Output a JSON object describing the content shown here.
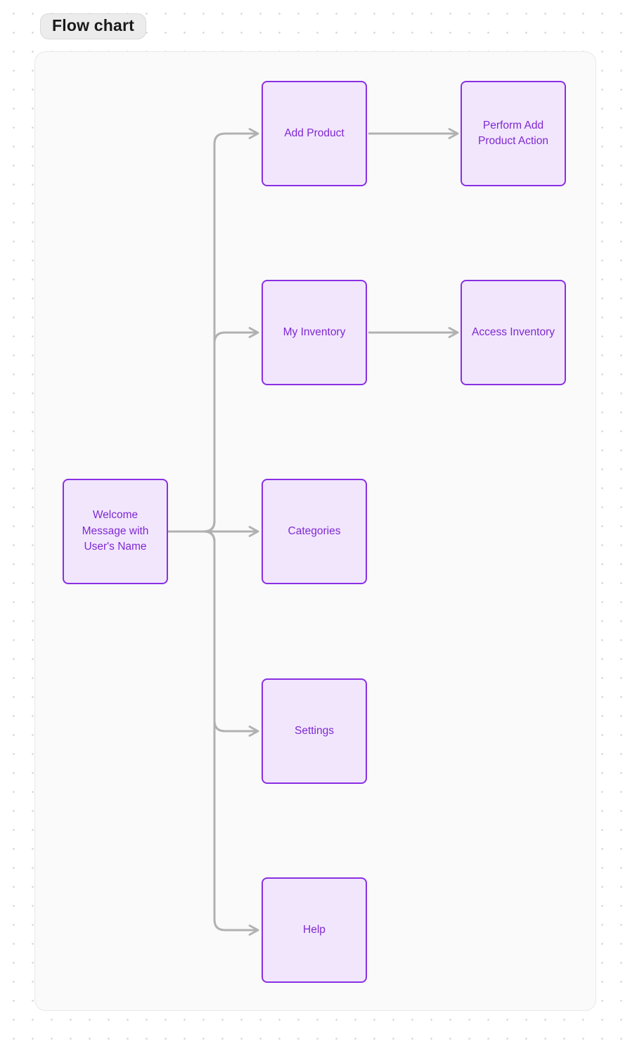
{
  "title": "Flow chart",
  "diagram": {
    "type": "flowchart",
    "nodes": [
      {
        "id": "welcome",
        "label": "Welcome Message with User's Name"
      },
      {
        "id": "add-product",
        "label": "Add Product"
      },
      {
        "id": "perform-add",
        "label": "Perform Add Product Action"
      },
      {
        "id": "my-inventory",
        "label": "My Inventory"
      },
      {
        "id": "access-inventory",
        "label": "Access Inventory"
      },
      {
        "id": "categories",
        "label": "Categories"
      },
      {
        "id": "settings",
        "label": "Settings"
      },
      {
        "id": "help",
        "label": "Help"
      }
    ],
    "edges": [
      {
        "from": "welcome",
        "to": "add-product"
      },
      {
        "from": "welcome",
        "to": "my-inventory"
      },
      {
        "from": "welcome",
        "to": "categories"
      },
      {
        "from": "welcome",
        "to": "settings"
      },
      {
        "from": "welcome",
        "to": "help"
      },
      {
        "from": "add-product",
        "to": "perform-add"
      },
      {
        "from": "my-inventory",
        "to": "access-inventory"
      }
    ]
  },
  "colors": {
    "node-fill": "#f2e6fd",
    "node-border": "#8a2fe3",
    "node-text": "#7e29d1",
    "edge": "#b1b1b1",
    "panel-fill": "#fafafa",
    "panel-border": "#e9e9e9",
    "badge-fill": "#ececec",
    "badge-border": "#d9d9d9",
    "dot": "#d9d9d9"
  }
}
